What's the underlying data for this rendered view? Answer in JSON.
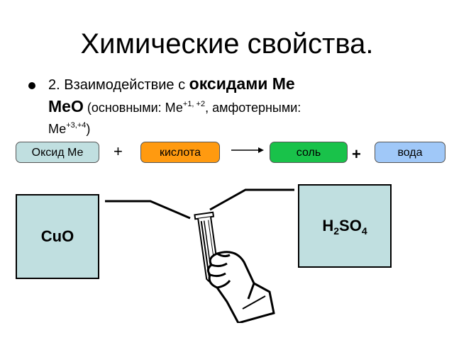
{
  "title": "Химические свойства.",
  "bullet": {
    "line1_prefix": "2. Взаимодействие с ",
    "line1_bold": "оксидами Ме",
    "line2_bold": "МеО",
    "line2_text": " (основными: Ме",
    "sup1": "+1, +2",
    "line2_text2": ", амфотерными:",
    "line3_text": "Ме",
    "sup2": "+3,+4",
    "line3_close": ")"
  },
  "equation": {
    "oxide_label": "Оксид Ме",
    "plus1": "+",
    "acid_label": "кислота",
    "salt_label": "соль",
    "plus2": "+",
    "water_label": "вода",
    "colors": {
      "oxide": "#c0dfe0",
      "acid": "#ff9a10",
      "salt": "#19c24a",
      "water": "#a0c8f8"
    }
  },
  "boxes": {
    "left_label": "CuO",
    "right_main": "H",
    "right_sub1": "2",
    "right_mid": "SO",
    "right_sub2": "4"
  },
  "images": {
    "test_tube_hand": "hand-holding-test-tube-icon"
  }
}
